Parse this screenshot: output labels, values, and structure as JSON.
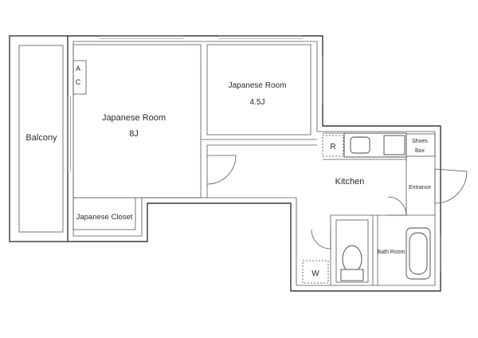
{
  "plan": {
    "rooms": {
      "balcony": "Balcony",
      "japanese_room_large": "Japanese Room",
      "japanese_room_large_size": "8J",
      "japanese_room_small": "Japanese Room",
      "japanese_room_small_size": "4.5J",
      "japanese_closet": "Japanese Closet",
      "kitchen": "Kitchen",
      "entrance": "Entrance",
      "bath_room": "Bath Room"
    },
    "fixtures": {
      "ac_line1": "A",
      "ac_line2": "C",
      "refrigerator": "R",
      "washer": "W",
      "shoes_box_line1": "Shoes",
      "shoes_box_line2": "Box"
    }
  }
}
